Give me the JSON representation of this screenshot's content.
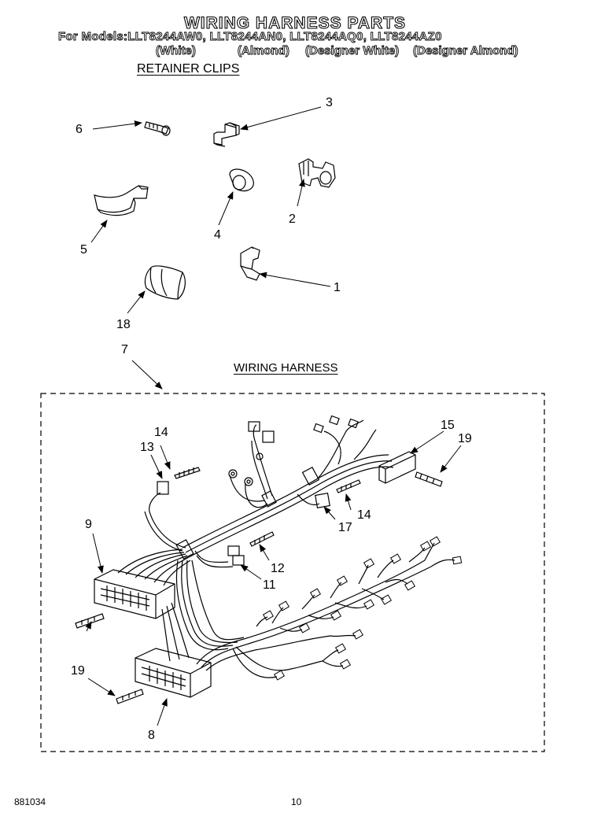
{
  "header": {
    "title": "WIRING HARNESS PARTS",
    "models_line": "For Models:LLT8244AW0,   LLT8244AN0,  LLT8244AQ0,     LLT8244AZ0",
    "variants": [
      "(White)",
      "(Almond)",
      "(Designer White)",
      "(Designer Almond)"
    ]
  },
  "sections": {
    "retainer_clips": "RETAINER CLIPS",
    "wiring_harness": "WIRING HARNESS"
  },
  "callouts": {
    "c1": "1",
    "c2": "2",
    "c3": "3",
    "c4": "4",
    "c5": "5",
    "c6": "6",
    "c7": "7",
    "c8": "8",
    "c9": "9",
    "c11": "11",
    "c12": "12",
    "c13": "13",
    "c14a": "14",
    "c14b": "14",
    "c15": "15",
    "c17": "17",
    "c18": "18",
    "c19a": "19",
    "c19b": "19"
  },
  "footer": {
    "doc_number": "881034",
    "page_number": "10"
  }
}
